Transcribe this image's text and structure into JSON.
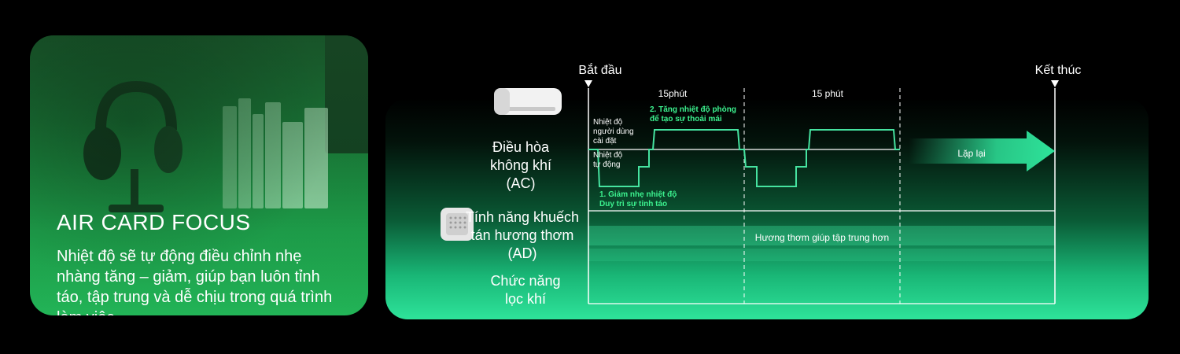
{
  "card": {
    "title": "AIR CARD FOCUS",
    "description": "Nhiệt độ sẽ tự động điều chỉnh nhẹ nhàng tăng – giảm, giúp bạn luôn tỉnh táo, tập trung và dễ chịu trong quá trình làm việc."
  },
  "timeline": {
    "start": "Bắt đầu",
    "end": "Kết thúc",
    "period1": "15phút",
    "period2": "15 phút",
    "repeat": "Lặp lại"
  },
  "rows": {
    "ac_label": "Điều hòa không khí (AC)",
    "ad_label": "Tính năng khuếch tán hương thơm (AD)",
    "filter_label": "Chức năng lọc khí",
    "ad_band_text": "Hương thơm giúp tập trung hơn"
  },
  "ac_notes": {
    "user_temp": "Nhiệt độ người dùng cài đặt",
    "auto_temp": "Nhiệt độ tự động",
    "step1_line1": "1. Giảm nhẹ nhiệt độ",
    "step1_line2": "Duy trì sự tỉnh táo",
    "step2_line1": "2. Tăng nhiệt độ phòng",
    "step2_line2": "để tạo sự thoải mái"
  },
  "colors": {
    "accent": "#3cf28f",
    "line": "#46e3a0"
  },
  "icons": [
    "headphone-image",
    "air-conditioner-icon",
    "diffuser-icon",
    "start-marker-icon",
    "end-marker-icon",
    "repeat-arrow-icon"
  ]
}
